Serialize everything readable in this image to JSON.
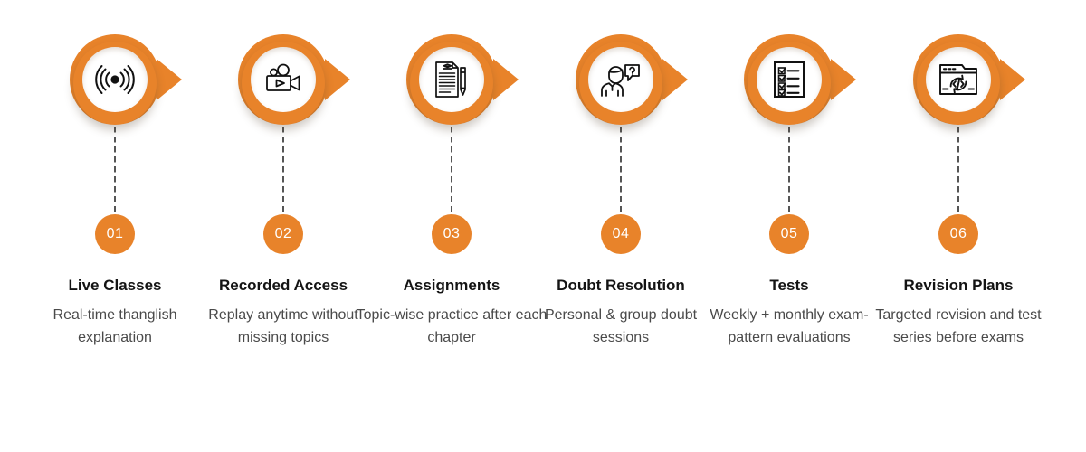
{
  "infographic": {
    "type": "process-steps",
    "step_count": 6,
    "colors": {
      "accent": "#E8832A",
      "badge_text": "#FFFFFF",
      "title_text": "#141414",
      "description_text": "#4A4A4A",
      "connector": "#555555",
      "background": "#FFFFFF",
      "icon": "#111111"
    },
    "steps": [
      {
        "number": "01",
        "title": "Live Classes",
        "description": "Real-time thanglish explanation",
        "icon": "broadcast-signal-icon"
      },
      {
        "number": "02",
        "title": "Recorded Access",
        "description": "Replay anytime without missing topics",
        "icon": "video-camera-play-icon"
      },
      {
        "number": "03",
        "title": "Assignments",
        "description": "Topic-wise practice after each chapter",
        "icon": "document-pen-icon"
      },
      {
        "number": "04",
        "title": "Doubt Resolution",
        "description": "Personal & group doubt sessions",
        "icon": "person-question-bubble-icon"
      },
      {
        "number": "05",
        "title": "Tests",
        "description": "Weekly + monthly exam-pattern evaluations",
        "icon": "checklist-icon"
      },
      {
        "number": "06",
        "title": "Revision Plans",
        "description": "Targeted revision and test series before exams",
        "icon": "browser-refresh-code-icon"
      }
    ]
  }
}
